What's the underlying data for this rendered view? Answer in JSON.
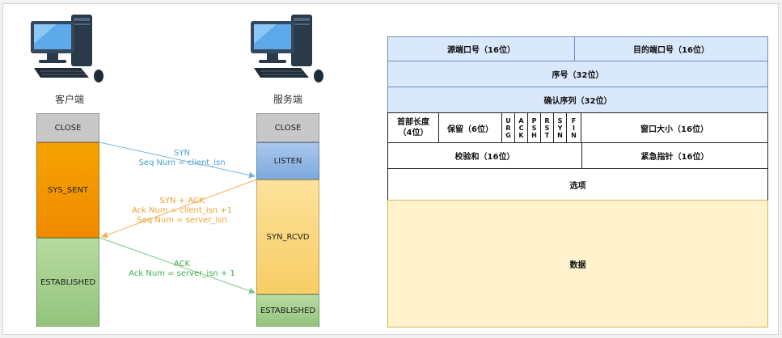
{
  "handshake": {
    "client_label": "客户端",
    "server_label": "服务端",
    "client_states": [
      "CLOSE",
      "SYS_SENT",
      "ESTABLISHED"
    ],
    "server_states": [
      "CLOSE",
      "LISTEN",
      "SYN_RCVD",
      "ESTABLISHED"
    ],
    "msg1": {
      "line1": "SYN",
      "line2": "Seq Num = client_isn",
      "color": "#4a9fd6"
    },
    "msg2": {
      "line1": "SYN + ACK",
      "line2": "Ack Num =  client_isn +1",
      "line3": "Seq Num = server_isn",
      "color": "#f0a030"
    },
    "msg3": {
      "line1": "ACK",
      "line2": "Ack Num = server_isn + 1",
      "color": "#3cb34a"
    },
    "colors": {
      "close": "#c8c8c8",
      "sent": "#f5a300",
      "established": "#a8d08d",
      "listen": "#8db4e2",
      "rcvd": "#fad77d"
    }
  },
  "tcp_header": {
    "src_port": "源端口号（16位）",
    "dst_port": "目的端口号（16位）",
    "seq": "序号（32位）",
    "ack": "确认序列（32位）",
    "header_len_line1": "首部长度",
    "header_len_line2": "（4位）",
    "reserved": "保留（6位）",
    "flags": [
      [
        "U",
        "R",
        "G"
      ],
      [
        "A",
        "C",
        "K"
      ],
      [
        "P",
        "S",
        "H"
      ],
      [
        "R",
        "S",
        "T"
      ],
      [
        "S",
        "Y",
        "N"
      ],
      [
        "F",
        "I",
        "N"
      ]
    ],
    "window": "窗口大小（16位）",
    "checksum": "校验和（16位）",
    "urgent": "紧急指针（16位）",
    "options": "选项",
    "data": "数据",
    "colors": {
      "blue": "#dae8fc",
      "data": "#fff2cc"
    }
  }
}
